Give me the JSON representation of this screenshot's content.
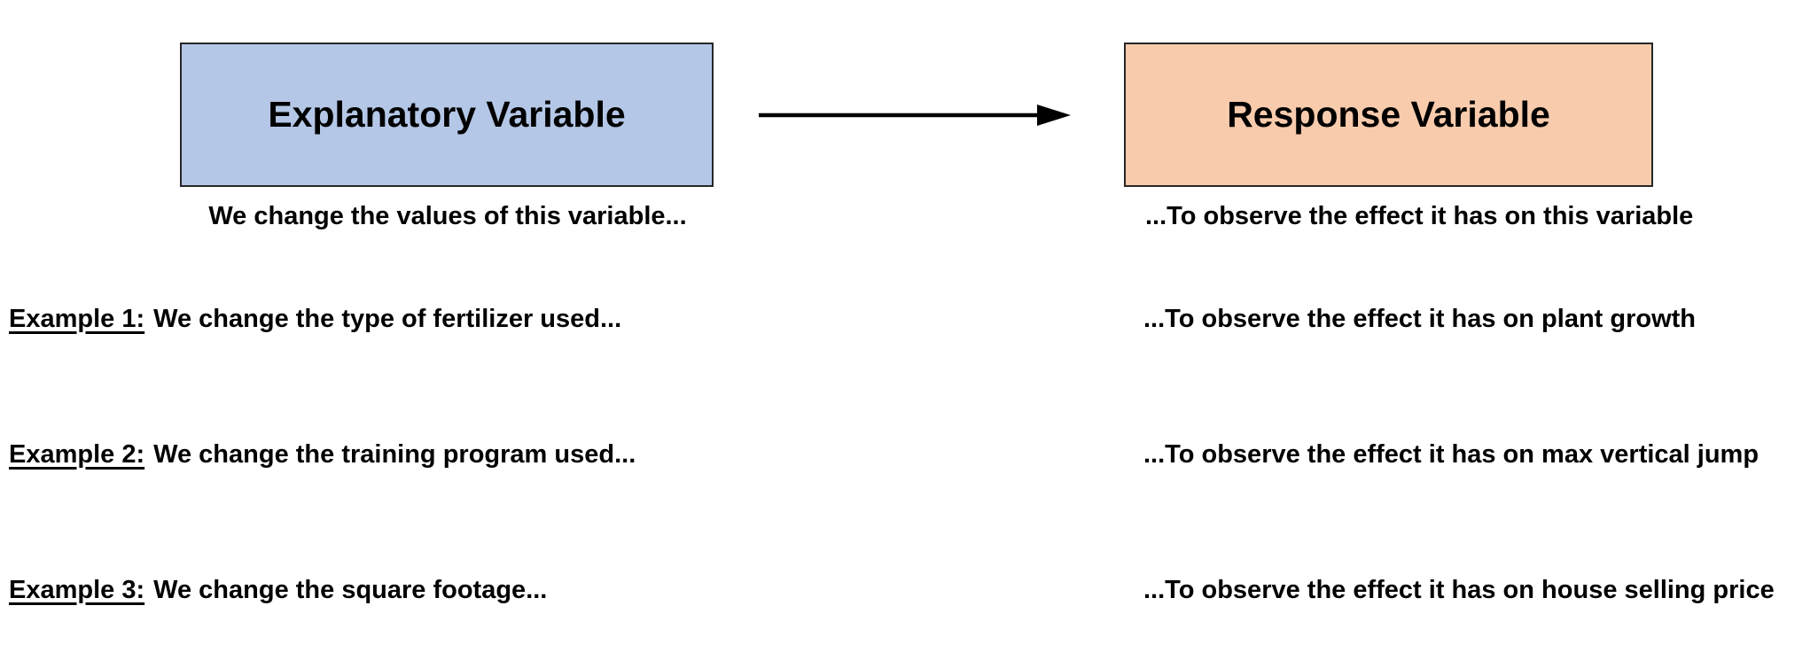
{
  "diagram": {
    "explanatory_box": {
      "label": "Explanatory Variable",
      "fill": "#b4c7e7",
      "border": "#262626"
    },
    "response_box": {
      "label": "Response Variable",
      "fill": "#f8cbad",
      "border": "#262626"
    },
    "arrow": {
      "color": "#000000",
      "direction": "left-to-right"
    },
    "captions": {
      "left": "We change the values of this variable...",
      "right": "...To observe the effect it has on this variable"
    },
    "examples": [
      {
        "label": "Example 1:",
        "left": "We change the type of fertilizer used...",
        "right": "...To observe the effect it has on plant growth"
      },
      {
        "label": "Example 2:",
        "left": "We change the training program used...",
        "right": "...To observe the effect it has on max vertical jump"
      },
      {
        "label": "Example 3:",
        "left": "We change the square footage...",
        "right": "...To observe the effect it has on house selling price"
      }
    ]
  }
}
